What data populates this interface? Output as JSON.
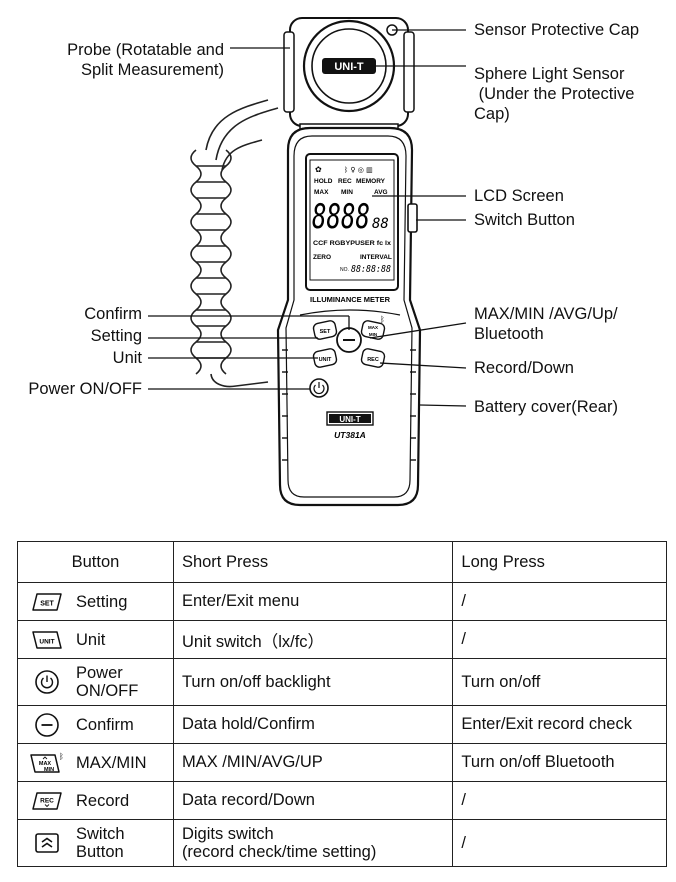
{
  "callouts": {
    "probe": [
      "Probe (Rotatable and",
      "Split Measurement)"
    ],
    "sensor_cap": "Sensor Protective Cap",
    "sphere_sensor": [
      "Sphere Light Sensor",
      " (Under the Protective",
      "Cap)"
    ],
    "lcd_screen": "LCD Screen",
    "switch_button": "Switch Button",
    "confirm": "Confirm",
    "setting": "Setting",
    "unit": "Unit",
    "power": "Power ON/OFF",
    "maxmin": [
      "MAX/MIN /AVG/Up/",
      "Bluetooth"
    ],
    "record": "Record/Down",
    "battery": "Battery cover(Rear)"
  },
  "device": {
    "brand": "UNI-T",
    "model": "UT381A",
    "meter_name": "ILLUMINANCE METER",
    "lcd": {
      "hold": "HOLD",
      "rec": "REC",
      "memory": "MEMORY",
      "max": "MAX",
      "min": "MIN",
      "avg": "AVG",
      "digits": "8888",
      "small_digits": "88",
      "ccf_row": "CCF RGBYPUSER fc lx",
      "zero": "ZERO",
      "interval": "INTERVAL",
      "time": "88:88:88",
      "no": "NO."
    },
    "keys": {
      "set": "SET",
      "unit": "UNIT",
      "max": "MAX",
      "min": "MIN",
      "rec": "REC"
    }
  },
  "table": {
    "headers": [
      "Button",
      "Short Press",
      "Long Press"
    ],
    "rows": [
      {
        "icon": "set-key-icon",
        "name": "Setting",
        "short": "Enter/Exit menu",
        "long": "/"
      },
      {
        "icon": "unit-key-icon",
        "name": "Unit",
        "short": "Unit switch（lx/fc）",
        "long": "/"
      },
      {
        "icon": "power-icon",
        "name": [
          "Power",
          "ON/OFF"
        ],
        "short": "Turn on/off backlight",
        "long": "Turn on/off"
      },
      {
        "icon": "minus-circle-icon",
        "name": "Confirm",
        "short": "Data hold/Confirm",
        "long": "Enter/Exit record check"
      },
      {
        "icon": "maxmin-key-icon",
        "name": "MAX/MIN",
        "short": "MAX /MIN/AVG/UP",
        "long": "Turn on/off Bluetooth"
      },
      {
        "icon": "rec-key-icon",
        "name": "Record",
        "short": "Data record/Down",
        "long": "/"
      },
      {
        "icon": "double-chevron-up-icon",
        "name": [
          "Switch",
          "Button"
        ],
        "short": [
          "Digits switch",
          "(record check/time setting)"
        ],
        "long": "/"
      }
    ]
  }
}
